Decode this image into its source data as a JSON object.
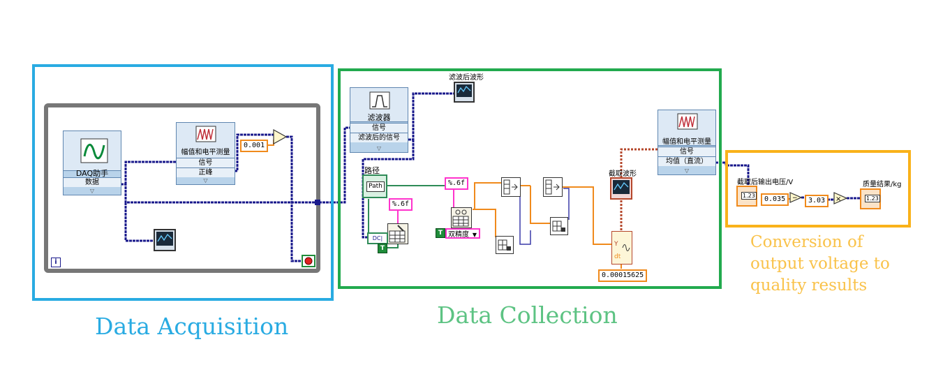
{
  "sections": {
    "acquisition": {
      "caption": "Data Acquisition",
      "color": "#29abe2"
    },
    "collection": {
      "caption": "Data Collection",
      "color": "#22aa4e"
    },
    "conversion": {
      "caption_lines": [
        "Conversion of",
        "output voltage to",
        "quality results"
      ],
      "color": "#f9b21a"
    }
  },
  "nodes": {
    "daq": {
      "title": "DAQ助手",
      "output": "数据"
    },
    "amp1": {
      "title": "幅值和电平测量",
      "row1": "信号",
      "row2": "正峰"
    },
    "const_0001": "0.001",
    "filtered_wave": "滤波后波形",
    "filter": {
      "title": "滤波器",
      "row1": "信号",
      "row2": "滤波后的信号"
    },
    "path_label": "路径",
    "path_ctrl": "Path",
    "format1": "%.6f",
    "format2": "%.6f",
    "double_select": "双精度",
    "captured_wave": "截取波形",
    "dt_const": "0.00015625",
    "build_wf": {
      "y": "Y",
      "dt": "dt"
    },
    "amp2": {
      "title": "幅值和电平测量",
      "row1": "信号",
      "row2": "均值（直流）"
    },
    "voltage_label": "截取后输出电压/V",
    "const_0035": "0.035",
    "const_303": "3.03",
    "quality_label": "质量结果/kg",
    "numeric_ind": "1.23",
    "loop_index": "i",
    "bool_t": "T"
  },
  "colors": {
    "wire_dynamic": "#1a1a8c",
    "wire_orange": "#f08a1c",
    "wire_pink": "#ff33cc",
    "wire_green": "#2e8b57",
    "wire_red_brown": "#b5472b",
    "loop_frame": "#777777"
  }
}
